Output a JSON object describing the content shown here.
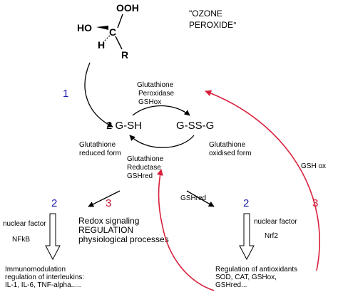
{
  "molecule": {
    "ooh": "OOH",
    "ho": "HO",
    "c": "C",
    "h": "H",
    "r": "R"
  },
  "title": {
    "line1": "\"OZONE",
    "line2": "PEROXIDE°"
  },
  "step_numbers": {
    "step1": "1",
    "left2": "2",
    "middle3": "3",
    "right2": "2",
    "right3": "3"
  },
  "cycle": {
    "gsh": "2 G-SH",
    "gssg": "G-SS-G",
    "peroxidase": [
      "Glutathione",
      "Peroxidase",
      "GSHox"
    ],
    "reductase": [
      "Glutathione",
      "Reductase",
      "GSHred"
    ],
    "reduced_form": [
      "Glutathione",
      "reduced form"
    ],
    "oxidised_form": [
      "Glutathione",
      "oxidised form"
    ]
  },
  "arrow_labels": {
    "gsh_ox": "GSH ox",
    "gsh_red": "GSHred"
  },
  "middle": {
    "lines": [
      "Redox signaling",
      "REGULATION",
      "physiological processes"
    ]
  },
  "left_factor": {
    "label": "nuclear factor",
    "name": "NFkB",
    "outcome": [
      "Immunomodulation",
      "regulation of interleukins:",
      "IL-1, IL-6, TNF-alpha....."
    ]
  },
  "right_factor": {
    "label": "nuclear factor",
    "name": "Nrf2",
    "outcome": [
      "Regulation of antioxidants",
      "SOD, CAT, GSHox,",
      "GSHred..."
    ]
  },
  "colors": {
    "step_blue": "#1c1ca8",
    "step_red": "#c8102e",
    "red_arrow": "#d8203c",
    "ink": "#000000"
  }
}
